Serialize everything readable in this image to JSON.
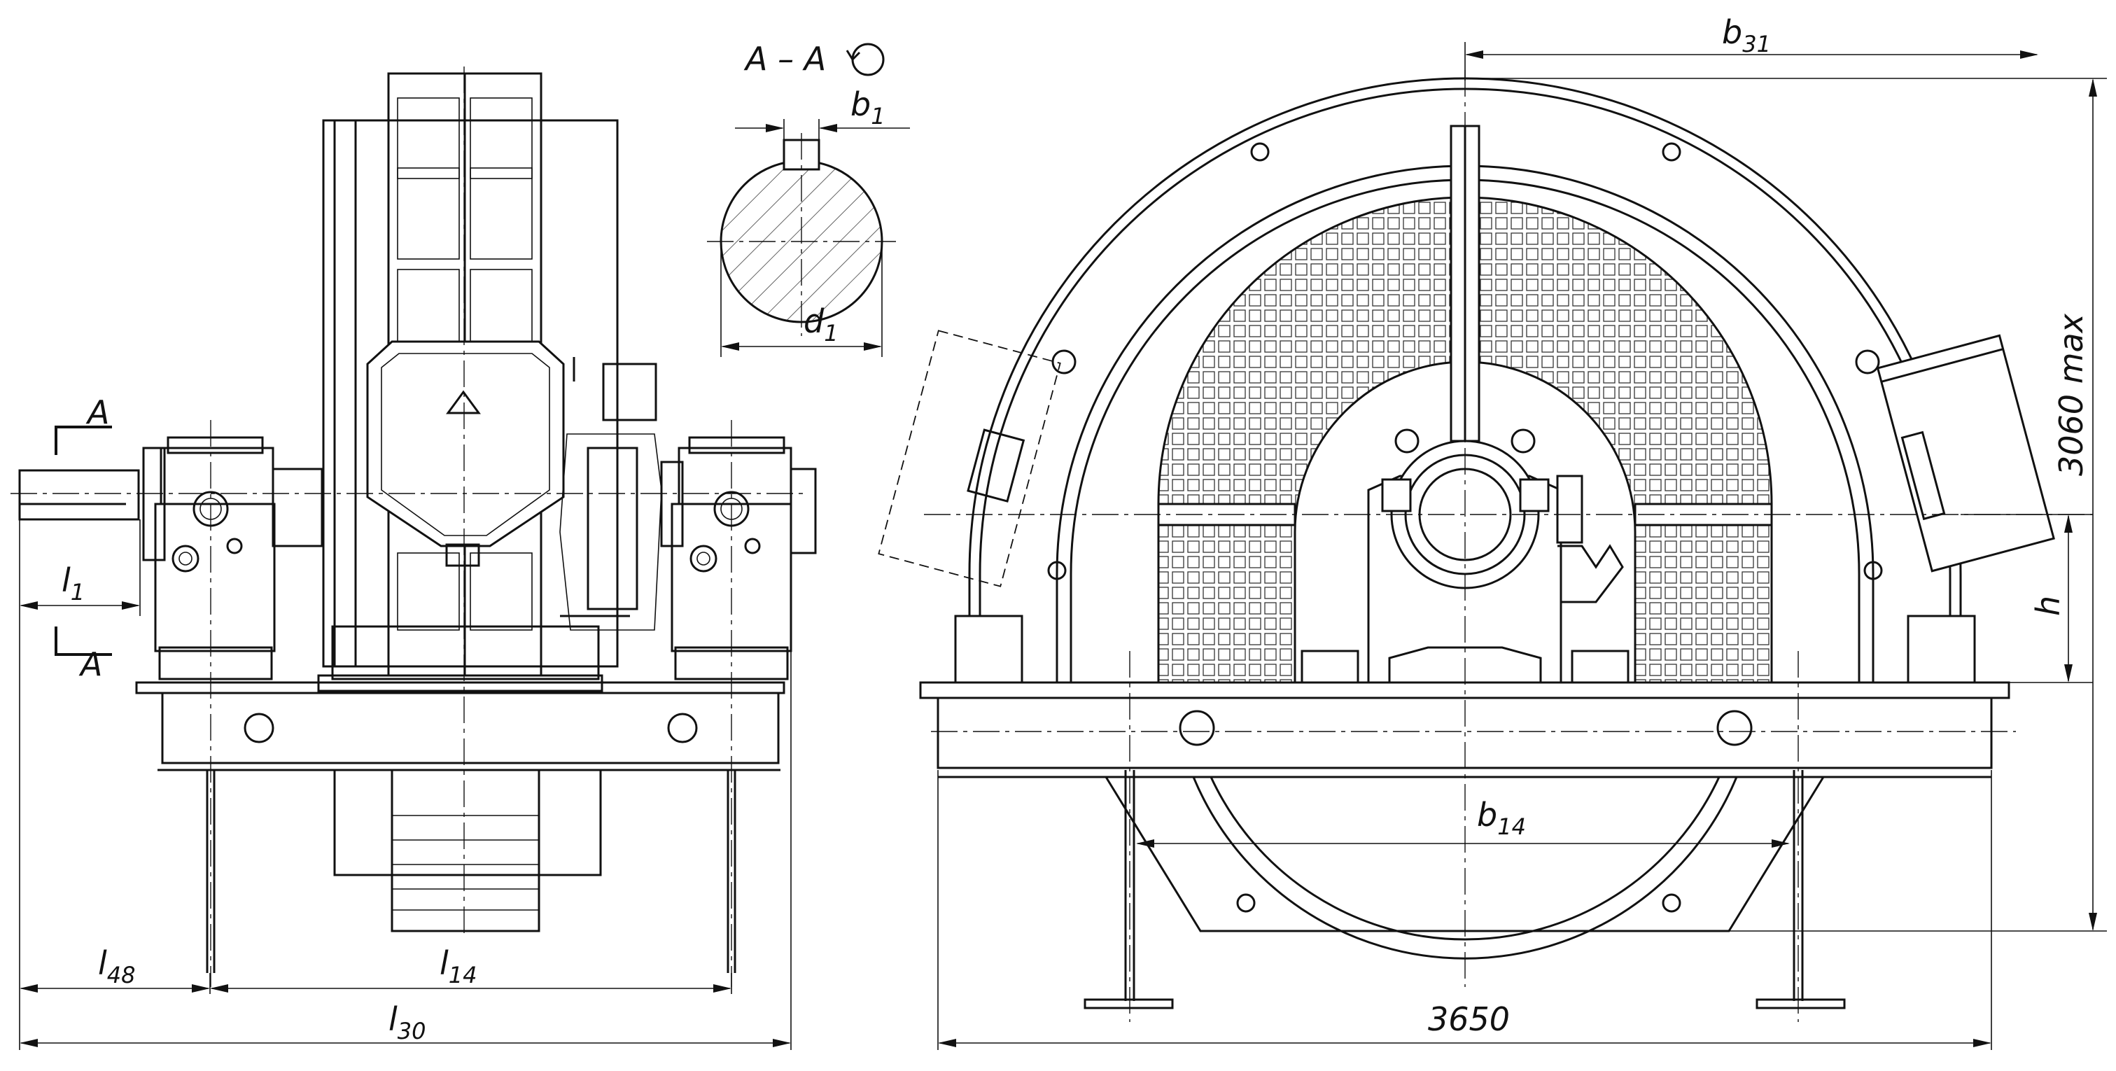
{
  "section_label": "A – A",
  "labels": {
    "b1": {
      "main": "b",
      "sub": "1"
    },
    "d1": {
      "main": "d",
      "sub": "1"
    },
    "l1": {
      "main": "l",
      "sub": "1"
    },
    "l48": {
      "main": "l",
      "sub": "48"
    },
    "l14": {
      "main": "l",
      "sub": "14"
    },
    "l30": {
      "main": "l",
      "sub": "30"
    },
    "b31": {
      "main": "b",
      "sub": "31"
    },
    "b14": {
      "main": "b",
      "sub": "14"
    },
    "h": {
      "main": "h",
      "sub": ""
    },
    "cut_mark_top": "A",
    "cut_mark_bottom": "A"
  },
  "dimensions": {
    "width_right_view": "3650",
    "height_max": "3060 max"
  }
}
